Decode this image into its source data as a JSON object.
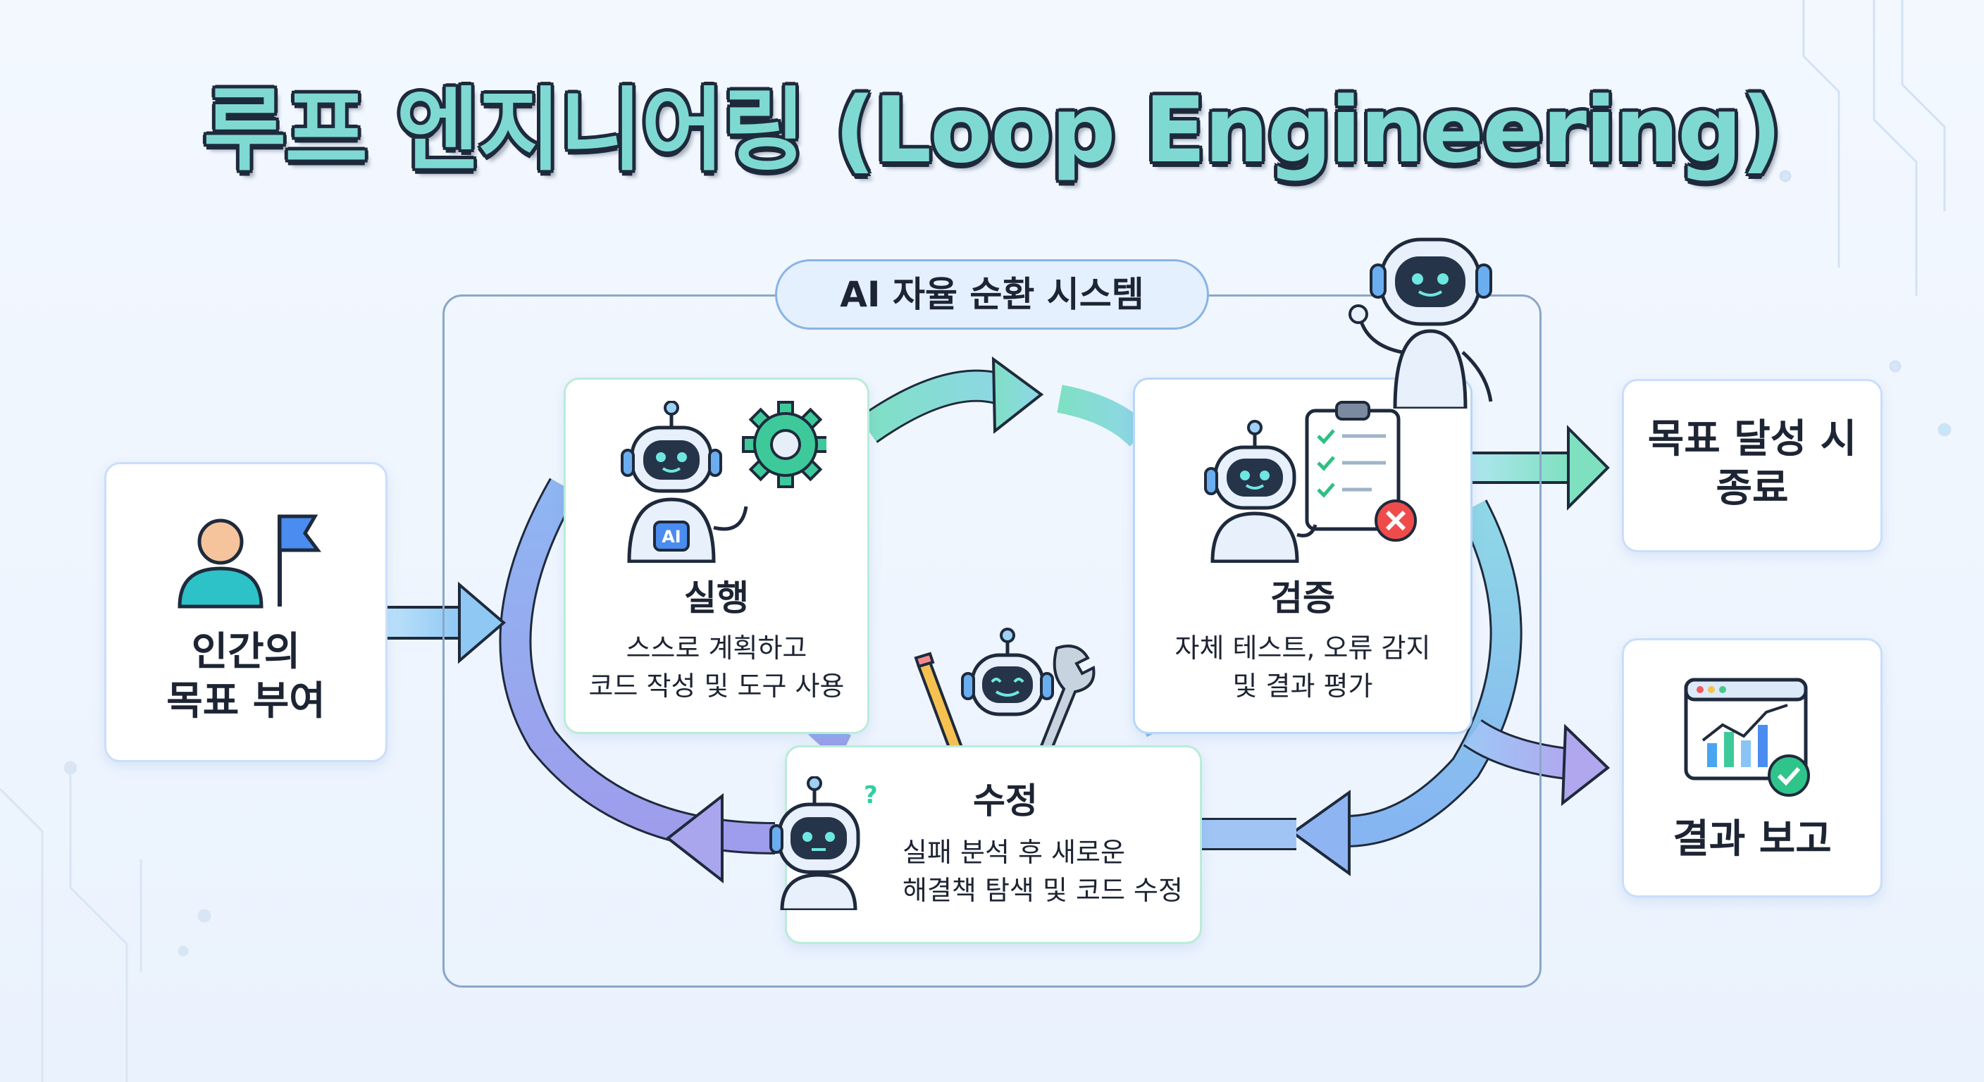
{
  "title": "루프 엔지니어링 (Loop Engineering)",
  "system_label": "AI 자율 순환 시스템",
  "input": {
    "line1": "인간의",
    "line2": "목표 부여"
  },
  "steps": {
    "execute": {
      "title": "실행",
      "line1": "스스로 계획하고",
      "line2": "코드 작성 및 도구 사용",
      "badge": "AI"
    },
    "verify": {
      "title": "검증",
      "line1": "자체 테스트, 오류 감지",
      "line2": "및 결과 평가"
    },
    "fix": {
      "title": "수정",
      "line1": "실패 분석 후 새로운",
      "line2": "해결책 탐색 및 코드 수정"
    }
  },
  "outputs": {
    "done": {
      "line1": "목표 달성 시",
      "line2": "종료"
    },
    "report": {
      "line1": "결과 보고"
    }
  },
  "colors": {
    "green": "#7fdcc0",
    "blue": "#86bff0",
    "purple": "#a9a6ee",
    "title_fill": "#7fd9d3",
    "navy": "#1e2a3c"
  }
}
